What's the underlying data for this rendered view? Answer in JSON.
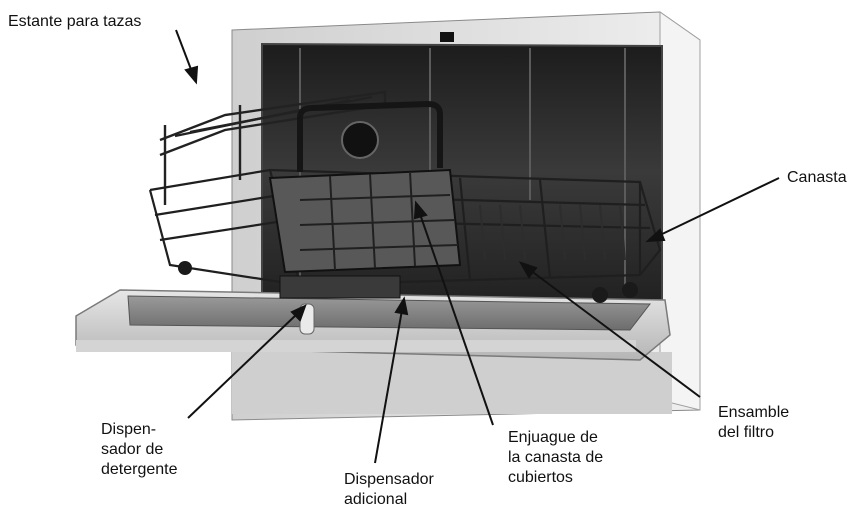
{
  "labels": {
    "cup_shelf": "Estante para tazas",
    "basket": "Canasta",
    "detergent_dispenser": "Dispen-\nsador de\ndetergente",
    "rinse_aid_dispenser": "Dispensador\nadicional",
    "cutlery_basket": "Enjuague de\nla canasta de\ncubiertos",
    "filter_assembly": "Ensamble\ndel filtro"
  },
  "colors": {
    "line": "#111111",
    "cabinet": "#d8d8d8",
    "interior": "#2a2a2a",
    "door": "#c8c8c8"
  }
}
